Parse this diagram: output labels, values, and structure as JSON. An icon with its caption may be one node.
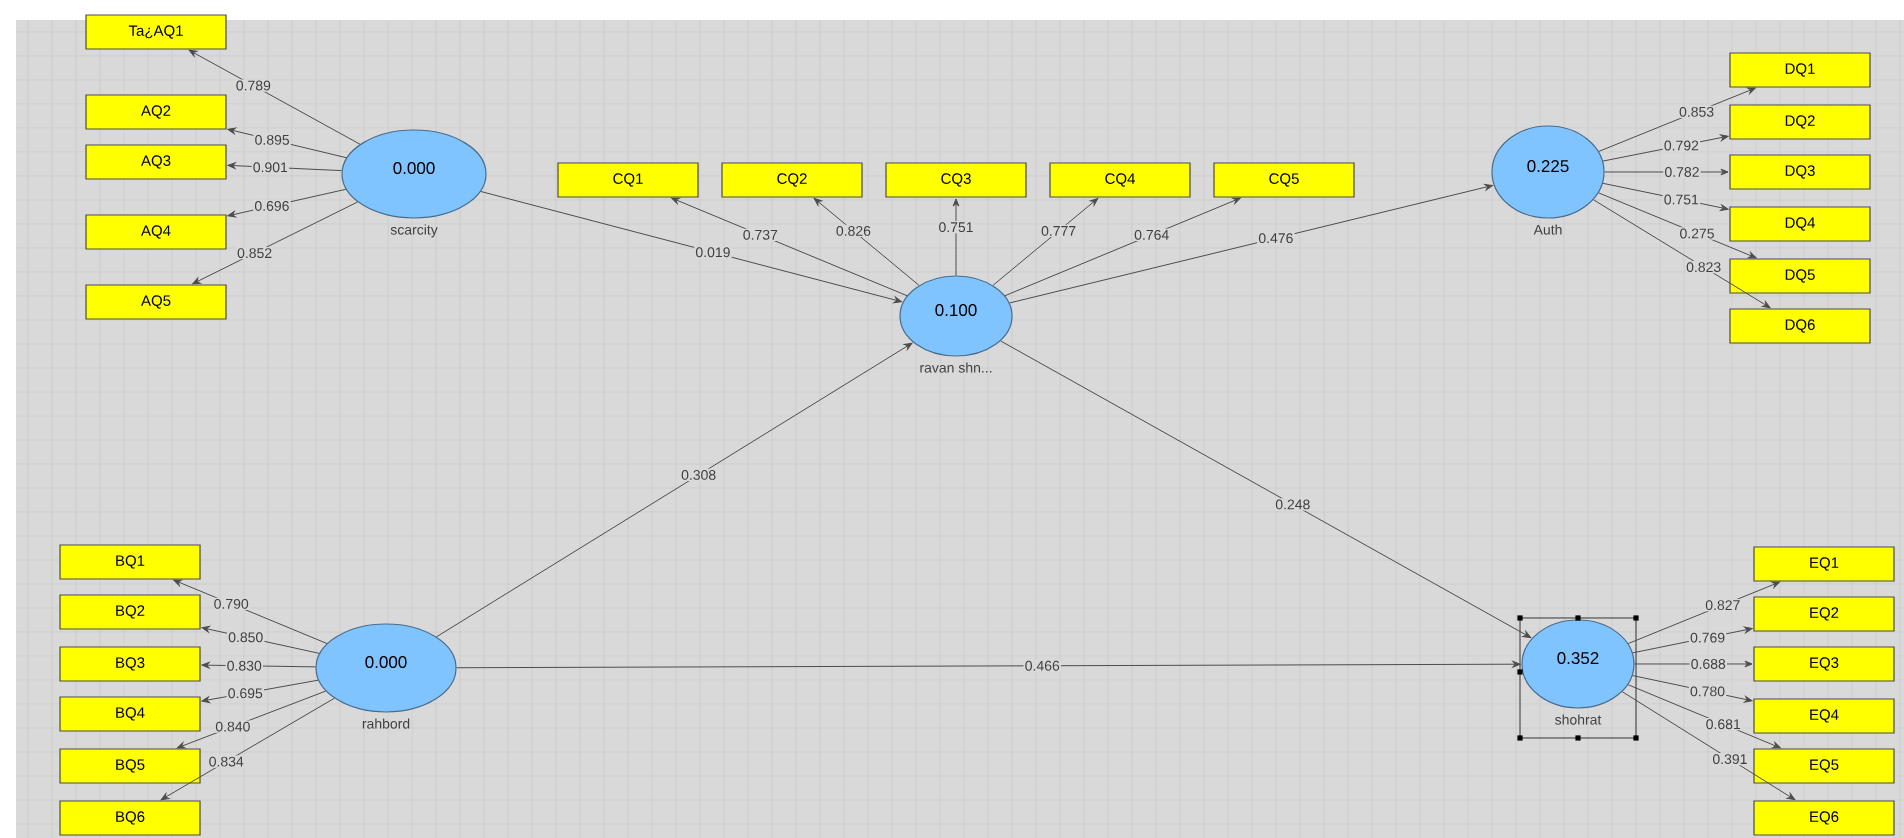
{
  "diagram": {
    "nodes": [
      {
        "text": [
          "Ta¿AQ1"
        ]
      },
      {
        "text": [
          "AQ2"
        ]
      },
      {
        "text": [
          "AQ3"
        ]
      },
      {
        "text": [
          "AQ4"
        ]
      },
      {
        "text": [
          "AQ5"
        ]
      },
      {
        "text": [
          "0.000"
        ],
        "beside": [
          "scarcity"
        ]
      },
      {
        "text": [
          "CQ1"
        ]
      },
      {
        "text": [
          "CQ2"
        ]
      },
      {
        "text": [
          "CQ3"
        ]
      },
      {
        "text": [
          "CQ4"
        ]
      },
      {
        "text": [
          "CQ5"
        ]
      },
      {
        "text": [
          "0.100"
        ],
        "beside": [
          "ravan shn..."
        ]
      },
      {
        "text": [
          "0.225"
        ],
        "beside": [
          "Auth"
        ]
      },
      {
        "text": [
          "DQ1"
        ]
      },
      {
        "text": [
          "DQ2"
        ]
      },
      {
        "text": [
          "DQ3"
        ]
      },
      {
        "text": [
          "DQ4"
        ]
      },
      {
        "text": [
          "DQ5"
        ]
      },
      {
        "text": [
          "DQ6"
        ]
      },
      {
        "text": [
          "BQ1"
        ]
      },
      {
        "text": [
          "BQ2"
        ]
      },
      {
        "text": [
          "BQ3"
        ]
      },
      {
        "text": [
          "BQ4"
        ]
      },
      {
        "text": [
          "BQ5"
        ]
      },
      {
        "text": [
          "BQ6"
        ]
      },
      {
        "text": [
          "0.000"
        ],
        "beside": [
          "rahbord"
        ]
      },
      {
        "text": [
          "0.352"
        ],
        "beside": [
          "shohrat"
        ]
      },
      {
        "text": [
          "EQ1"
        ]
      },
      {
        "text": [
          "EQ2"
        ]
      },
      {
        "text": [
          "EQ3"
        ]
      },
      {
        "text": [
          "EQ4"
        ]
      },
      {
        "text": [
          "EQ5"
        ]
      },
      {
        "text": [
          "EQ6"
        ]
      }
    ],
    "edges": [
      {
        "from": 5,
        "to": 0,
        "arrow": "to",
        "label": "0.789"
      },
      {
        "from": 5,
        "to": 1,
        "arrow": "to",
        "label": "0.895"
      },
      {
        "from": 5,
        "to": 2,
        "arrow": "to",
        "label": "0.901"
      },
      {
        "from": 5,
        "to": 3,
        "arrow": "to",
        "label": "0.696"
      },
      {
        "from": 5,
        "to": 4,
        "arrow": "to",
        "label": "0.852"
      },
      {
        "from": 11,
        "to": 6,
        "arrow": "to",
        "label": "0.737"
      },
      {
        "from": 11,
        "to": 7,
        "arrow": "to",
        "label": "0.826"
      },
      {
        "from": 11,
        "to": 8,
        "arrow": "to",
        "label": "0.751"
      },
      {
        "from": 11,
        "to": 9,
        "arrow": "to",
        "label": "0.777"
      },
      {
        "from": 11,
        "to": 10,
        "arrow": "to",
        "label": "0.764"
      },
      {
        "from": 12,
        "to": 13,
        "arrow": "to",
        "label": "0.853"
      },
      {
        "from": 12,
        "to": 14,
        "arrow": "to",
        "label": "0.792"
      },
      {
        "from": 12,
        "to": 15,
        "arrow": "to",
        "label": "0.782"
      },
      {
        "from": 12,
        "to": 16,
        "arrow": "to",
        "label": "0.751"
      },
      {
        "from": 12,
        "to": 17,
        "arrow": "to",
        "label": "0.275"
      },
      {
        "from": 12,
        "to": 18,
        "arrow": "to",
        "label": "0.823"
      },
      {
        "from": 25,
        "to": 19,
        "arrow": "to",
        "label": "0.790"
      },
      {
        "from": 25,
        "to": 20,
        "arrow": "to",
        "label": "0.850"
      },
      {
        "from": 25,
        "to": 21,
        "arrow": "to",
        "label": "0.830"
      },
      {
        "from": 25,
        "to": 22,
        "arrow": "to",
        "label": "0.695"
      },
      {
        "from": 25,
        "to": 23,
        "arrow": "to",
        "label": "0.840"
      },
      {
        "from": 25,
        "to": 24,
        "arrow": "to",
        "label": "0.834"
      },
      {
        "from": 26,
        "to": 27,
        "arrow": "to",
        "label": "0.827"
      },
      {
        "from": 26,
        "to": 28,
        "arrow": "to",
        "label": "0.769"
      },
      {
        "from": 26,
        "to": 29,
        "arrow": "to",
        "label": "0.688"
      },
      {
        "from": 26,
        "to": 30,
        "arrow": "to",
        "label": "0.780"
      },
      {
        "from": 26,
        "to": 31,
        "arrow": "to",
        "label": "0.681"
      },
      {
        "from": 26,
        "to": 32,
        "arrow": "to",
        "label": "0.391"
      },
      {
        "from": 5,
        "to": 11,
        "arrow": "to",
        "label": "0.019"
      },
      {
        "from": 25,
        "to": 11,
        "arrow": "to",
        "label": "0.308"
      },
      {
        "from": 11,
        "to": 12,
        "arrow": "to",
        "label": "0.476"
      },
      {
        "from": 11,
        "to": 26,
        "arrow": "to",
        "label": "0.248"
      },
      {
        "from": 25,
        "to": 26,
        "arrow": "to",
        "label": "0.466"
      }
    ]
  }
}
